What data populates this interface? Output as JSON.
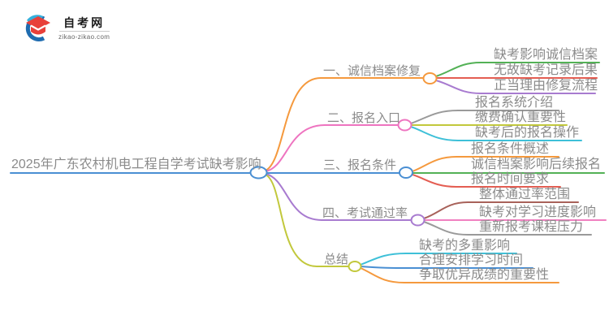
{
  "logo": {
    "site_name": "自考网",
    "site_url": "zikao-zikao.com",
    "icon": "graduation-cap-icon",
    "cap_color": "#e8403a",
    "swoosh_color": "#1f6cb0",
    "swoosh_highlight": "#35b0dc"
  },
  "central": {
    "label": "2025年广东农村机电工程自学考试缺考影响",
    "color": "#4a8fd3",
    "text_color": "#8b8b8b"
  },
  "branches": [
    {
      "label": "一、诚信档案修复",
      "color": "#f5993d",
      "children": [
        {
          "label": "缺考影响诚信档案",
          "color": "#53b156"
        },
        {
          "label": "无故缺考记录后果",
          "color": "#e45d52"
        },
        {
          "label": "正当理由修复流程",
          "color": "#a87bd0"
        }
      ]
    },
    {
      "label": "二、报名入口",
      "color": "#ee74c0",
      "children": [
        {
          "label": "报名系统介绍",
          "color": "#9a9a9a"
        },
        {
          "label": "缴费确认重要性",
          "color": "#c2c83c"
        },
        {
          "label": "缺考后的报名操作",
          "color": "#3ec0d8"
        }
      ]
    },
    {
      "label": "三、报名条件",
      "color": "#4a8fd3",
      "children": [
        {
          "label": "报名条件概述",
          "color": "#f5993d"
        },
        {
          "label": "诚信档案影响后续报名",
          "color": "#53b156"
        },
        {
          "label": "报名时间要求",
          "color": "#e45d52"
        }
      ]
    },
    {
      "label": "四、考试通过率",
      "color": "#a87bd0",
      "children": [
        {
          "label": "整体通过率范围",
          "color": "#a8625a"
        },
        {
          "label": "缺考对学习进度影响",
          "color": "#f080c0"
        },
        {
          "label": "重新报考课程压力",
          "color": "#9a9a9a"
        }
      ]
    },
    {
      "label": "总结",
      "color": "#c2c83c",
      "children": [
        {
          "label": "缺考的多重影响",
          "color": "#3ec0d8"
        },
        {
          "label": "合理安排学习时间",
          "color": "#4a8fd3"
        },
        {
          "label": "争取优异成绩的重要性",
          "color": "#f5993d"
        }
      ]
    }
  ]
}
